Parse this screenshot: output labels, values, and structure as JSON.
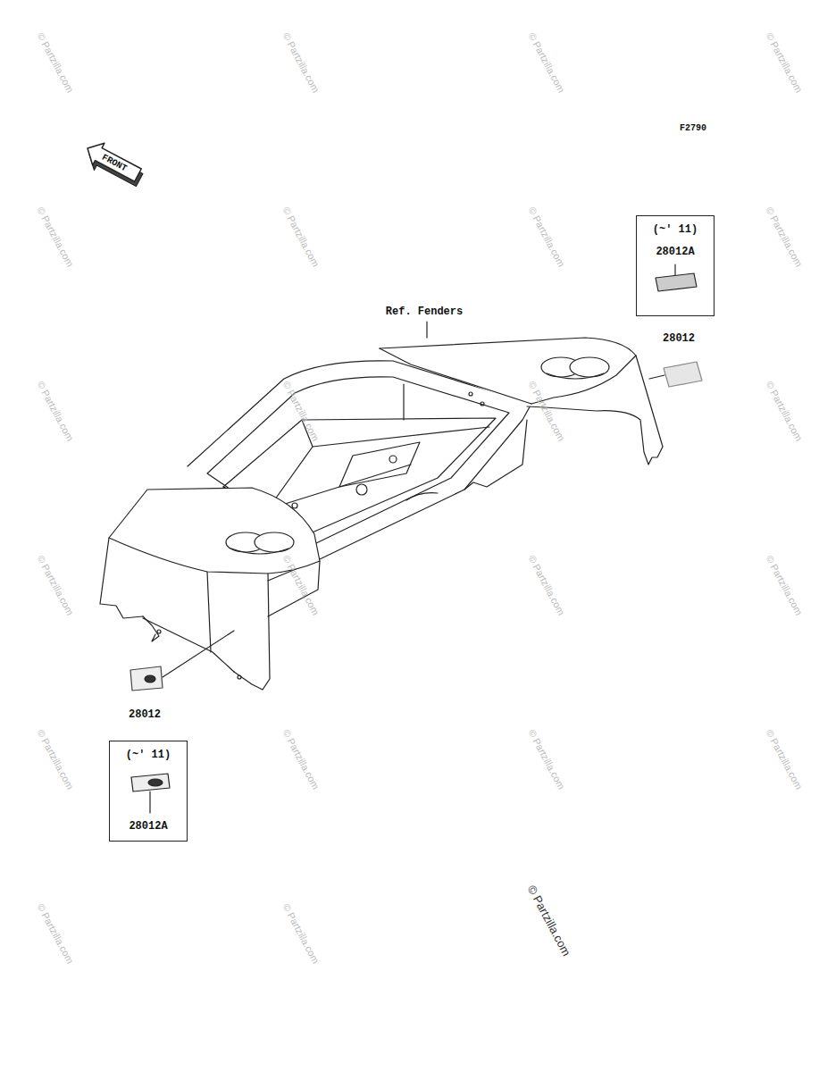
{
  "diagram": {
    "nodes": [
      {
        "text": [
          "(~' 11)",
          "28012A"
        ]
      },
      {
        "text": [
          "(~' 11)",
          "28012A"
        ]
      }
    ],
    "labels": [
      "F2790",
      "FRONT",
      "Ref. Fenders",
      "28012",
      "28012",
      "© Partzilla.com",
      "© Partzilla.com",
      "© Partzilla.com",
      "© Partzilla.com",
      "© Partzilla.com",
      "© Partzilla.com",
      "© Partzilla.com",
      "© Partzilla.com",
      "© Partzilla.com",
      "© Partzilla.com",
      "© Partzilla.com",
      "© Partzilla.com",
      "© Partzilla.com",
      "© Partzilla.com",
      "© Partzilla.com",
      "© Partzilla.com",
      "© Partzilla.com",
      "© Partzilla.com",
      "© Partzilla.com",
      "© Partzilla.com",
      "© Partzilla.com",
      "© Partzilla.com",
      "© Partzilla.com"
    ]
  }
}
